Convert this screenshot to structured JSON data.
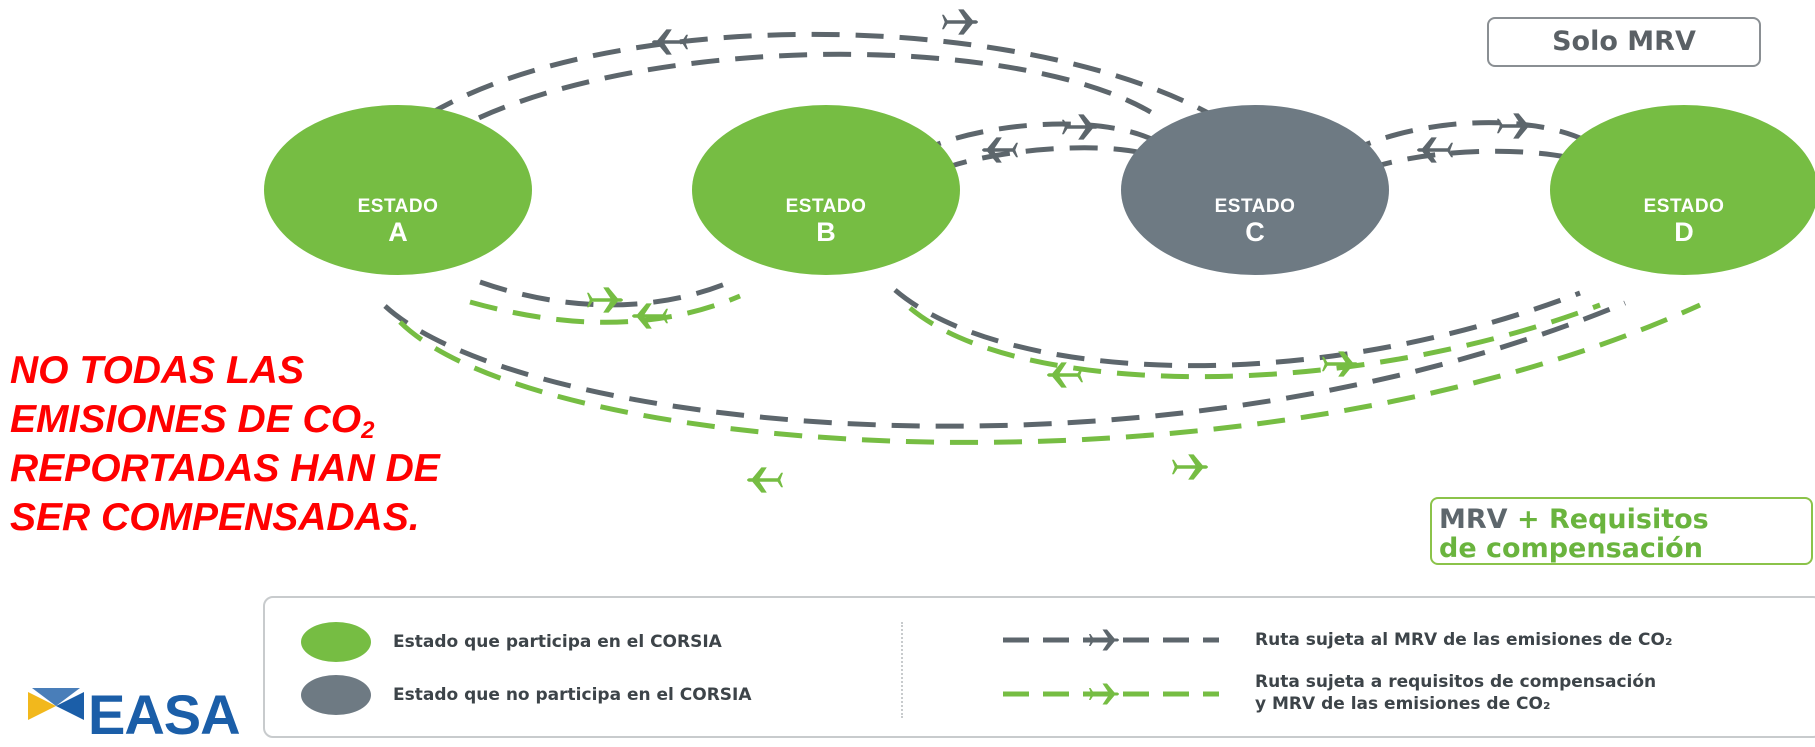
{
  "nodes": [
    {
      "id": "A",
      "line1": "ESTADO",
      "line2": "A",
      "color": "#76bd43"
    },
    {
      "id": "B",
      "line1": "ESTADO",
      "line2": "B",
      "color": "#76bd43"
    },
    {
      "id": "C",
      "line1": "ESTADO",
      "line2": "C",
      "color": "#6e7a83"
    },
    {
      "id": "D",
      "line1": "ESTADO",
      "line2": "D",
      "color": "#76bd43"
    }
  ],
  "routes": [
    {
      "from": "A",
      "to": "C",
      "type": "mrv"
    },
    {
      "from": "B",
      "to": "C",
      "type": "mrv"
    },
    {
      "from": "C",
      "to": "D",
      "type": "mrv"
    },
    {
      "from": "A",
      "to": "B",
      "type": "compensation"
    },
    {
      "from": "B",
      "to": "D",
      "type": "compensation"
    },
    {
      "from": "A",
      "to": "D",
      "type": "compensation"
    }
  ],
  "colors": {
    "participating": "#76bd43",
    "non_participating": "#6e7a83",
    "route_mrv": "#5d666c",
    "route_compensation": "#76bd43",
    "callout": "#ff0000",
    "logo": "#1b5ea8"
  },
  "tags": {
    "solo_mrv": "Solo MRV",
    "mrv_comp_part1": "MRV",
    "mrv_comp_part2": "+ Requisitos",
    "mrv_comp_part3": "de compensación"
  },
  "callout": {
    "line1": "NO TODAS LAS",
    "line2_pre": "EMISIONES DE CO",
    "line2_sub": "2",
    "line3": "REPORTADAS HAN DE",
    "line4": "SER COMPENSADAS."
  },
  "legend": {
    "participating_label": "Estado que participa en el CORSIA",
    "non_participating_label": "Estado que no participa en el CORSIA",
    "route_mrv_label": "Ruta sujeta al MRV de las emisiones de CO₂",
    "route_comp_label_line1": "Ruta sujeta a requisitos de compensación",
    "route_comp_label_line2": "y MRV de las emisiones de CO₂"
  },
  "logo": {
    "text": "EASA",
    "icon": "easa-star-icon"
  }
}
